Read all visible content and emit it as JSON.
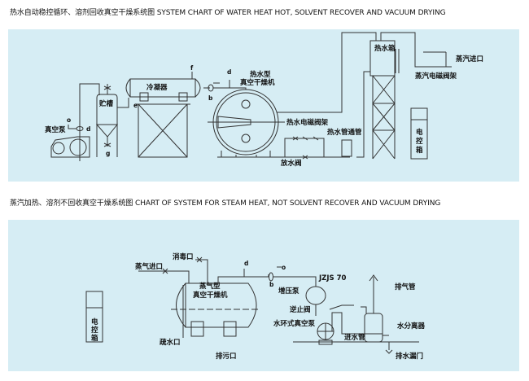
{
  "titles": {
    "top": "热水自动稳控循环、溶剂回收真空干燥系统图  SYSTEM CHART OF WATER HEAT HOT, SOLVENT RECOVER AND VACUUM DRYING",
    "bottom": "蒸汽加热、溶剂不回收真空干燥系统图  CHART OF SYSTEM FOR STEAM HEAT, NOT SOLVENT RECOVER AND VACUUM DRYING"
  },
  "top_diagram": {
    "vacuum_pump": "真空泵",
    "storage_tank": "贮槽",
    "condenser": "冷凝器",
    "dryer_line1": "热水型",
    "dryer_line2": "真空干燥机",
    "hot_water_valve_rack": "热水电磁阀架",
    "drain_valve": "放水阀",
    "hot_water_pipe": "热水管通管",
    "hot_water_tank": "热水箱",
    "steam_inlet": "蒸汽进口",
    "steam_valve_rack": "蒸汽电磁阀架",
    "control_box": [
      "电",
      "控",
      "箱"
    ],
    "markers": {
      "o": "o",
      "d1": "d",
      "g": "g",
      "e": "e",
      "f": "f",
      "b": "b",
      "d2": "d"
    }
  },
  "bottom_diagram": {
    "control_box": [
      "电",
      "控",
      "箱"
    ],
    "steam_inlet": "蒸气进口",
    "disinfect_port": "消毒口",
    "dryer_line1": "蒸气型",
    "dryer_line2": "真空干燥机",
    "drain_port": "疏水口",
    "sewage_port": "排污口",
    "booster_model": "JZJS  70",
    "booster_pump": "增压泵",
    "check_valve": "逆止阀",
    "water_ring_pump": "水环式真空泵",
    "inlet_pipe": "进水管",
    "exhaust_pipe": "排气管",
    "water_separator": "水分离器",
    "drain_funnel": "排水漏门",
    "markers": {
      "d": "d",
      "b": "b",
      "o": "o"
    }
  }
}
